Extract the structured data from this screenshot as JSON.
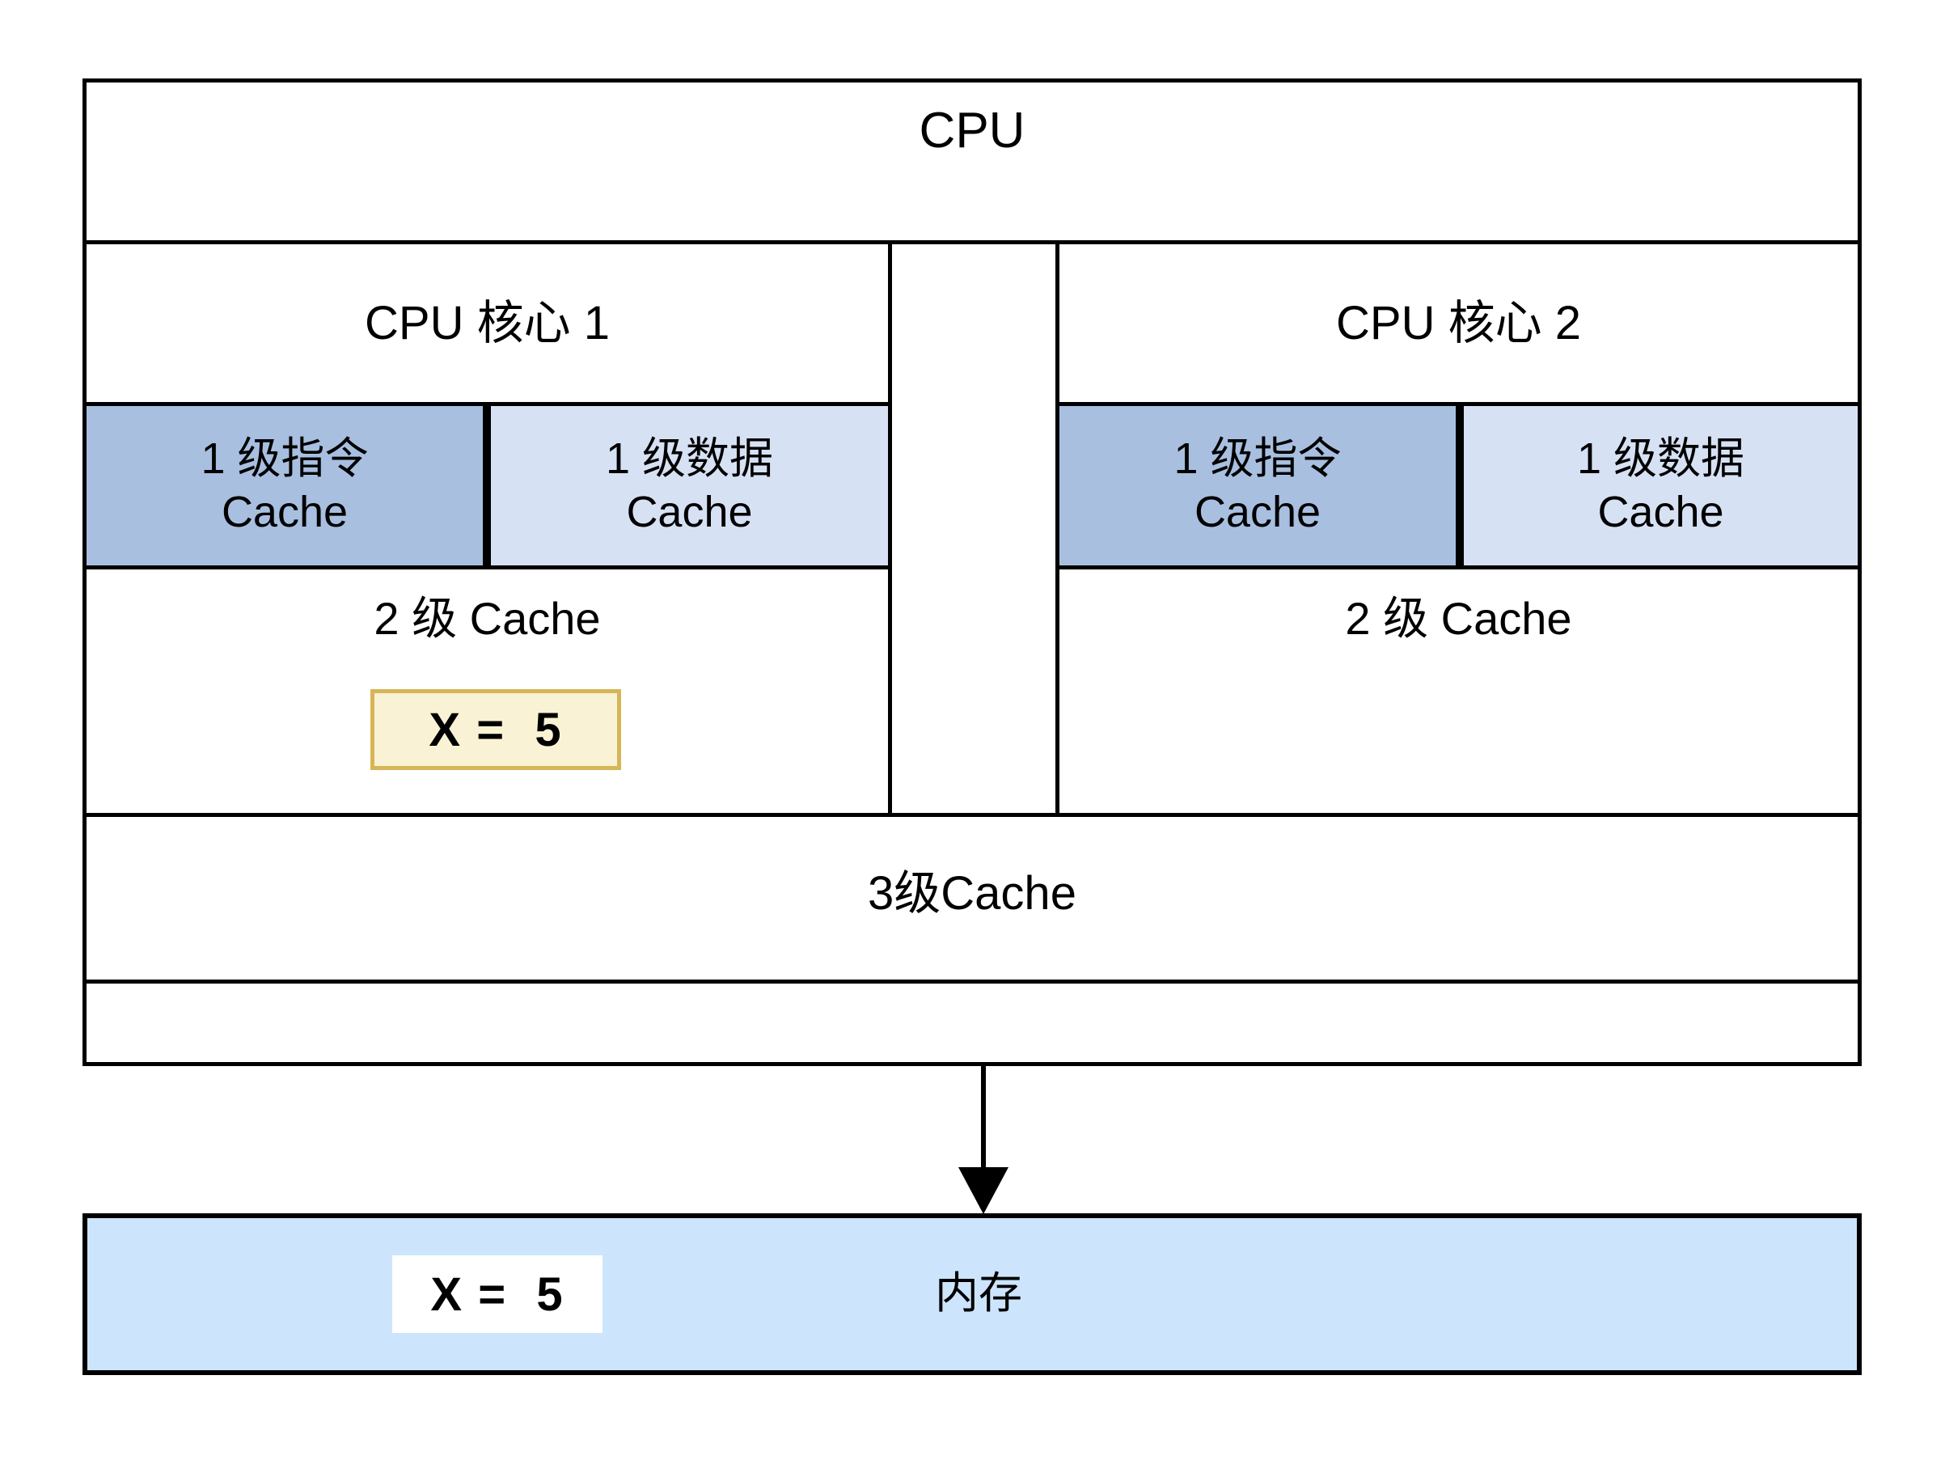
{
  "diagram": {
    "title": "CPU",
    "cpu": {
      "label": "CPU",
      "l3_label": "3级Cache"
    },
    "cores": [
      {
        "title": "CPU 核心 1",
        "l1_instruction": "1 级指令\nCache",
        "l1_data": "1 级数据\nCache",
        "l2_label": "2 级 Cache",
        "value": "X =  5",
        "has_value": true
      },
      {
        "title": "CPU 核心 2",
        "l1_instruction": "1 级指令\nCache",
        "l1_data": "1 级数据\nCache",
        "l2_label": "2 级 Cache",
        "value": "",
        "has_value": false
      }
    ],
    "memory": {
      "label": "内存",
      "value": "X =  5"
    },
    "arrow": {
      "from": "CPU",
      "to": "内存",
      "direction": "down"
    },
    "colors": {
      "l1_instruction_fill": "#A8BFE0",
      "l1_data_fill": "#D7E1F4",
      "memory_fill": "#CCE5FC",
      "value_chip_fill": "#FAF2D4",
      "value_chip_border": "#D6B656",
      "memory_value_fill": "#FFFFFF",
      "stroke": "#000000"
    }
  }
}
